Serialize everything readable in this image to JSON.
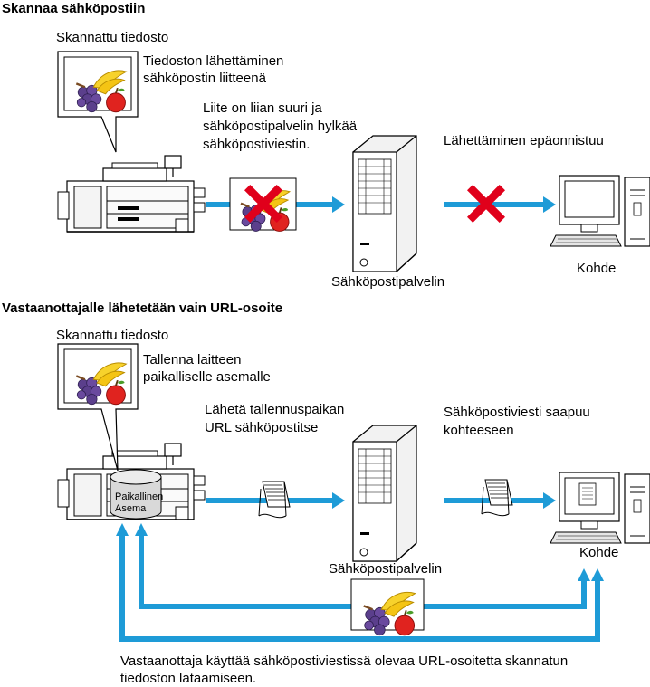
{
  "section1": {
    "title": "Skannaa sähköpostiin",
    "scanned_label": "Skannattu tiedosto",
    "bubble_text": [
      "Tiedoston lähettäminen",
      "sähköpostin liitteenä"
    ],
    "reject_text": [
      "Liite on liian suuri ja",
      "sähköpostipalvelin hylkää",
      "sähköpostiviestin."
    ],
    "fail_text": "Lähettäminen epäonnistuu",
    "server_label": "Sähköpostipalvelin",
    "target_label": "Kohde"
  },
  "section2": {
    "title": "Vastaanottajalle lähetetään vain URL-osoite",
    "scanned_label": "Skannattu tiedosto",
    "bubble_text": [
      "Tallenna laitteen",
      "paikalliselle asemalle"
    ],
    "send_text": [
      "Lähetä tallennuspaikan",
      "URL sähköpostitse"
    ],
    "arrive_text": [
      "Sähköpostiviesti saapuu",
      "kohteeseen"
    ],
    "drive_label": [
      "Paikallinen",
      "Asema"
    ],
    "server_label": "Sähköpostipalvelin",
    "target_label": "Kohde",
    "footer_text": [
      "Vastaanottaja käyttää sähköpostiviestissä olevaa URL-osoitetta skannatun",
      "tiedoston lataamiseen."
    ]
  },
  "colors": {
    "arrow": "#1e9bd7",
    "cross": "#e0001b",
    "bubble_border": "#000000"
  },
  "icons": [
    "scanner-icon",
    "server-icon",
    "computer-icon",
    "fruit-image-icon",
    "document-icon",
    "cross-icon",
    "drive-icon"
  ]
}
